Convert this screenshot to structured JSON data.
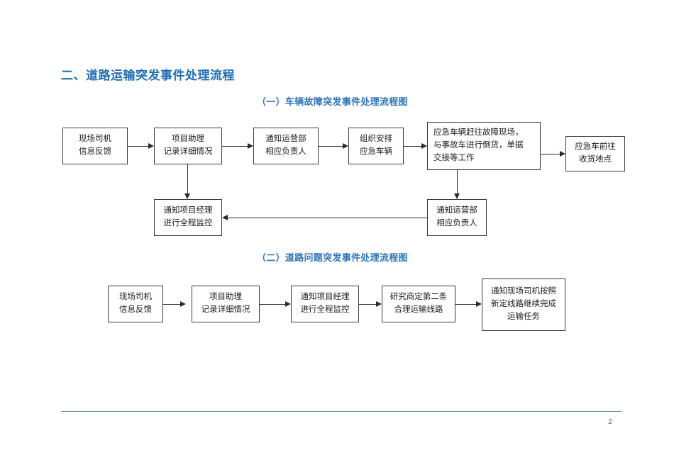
{
  "document": {
    "section_title": "二、道路运输突发事件处理流程",
    "page_number": "2",
    "accent_color": "#1F6FB5",
    "subtitle_color": "#2E75B6",
    "rule_color": "#5B7F9E",
    "box_border_color": "#3A3A3A",
    "connector_color": "#2B2B2B"
  },
  "diagram1": {
    "subtitle": "（一）车辆故障突发事件处理流程图",
    "boxes": [
      {
        "id": "d1-b1",
        "lines": [
          "现场司机",
          "信息反馈"
        ]
      },
      {
        "id": "d1-b2",
        "lines": [
          "项目助理",
          "记录详细情况"
        ]
      },
      {
        "id": "d1-b3",
        "lines": [
          "通知运营部",
          "相应负责人"
        ]
      },
      {
        "id": "d1-b4",
        "lines": [
          "组织安排",
          "应急车辆"
        ]
      },
      {
        "id": "d1-b5",
        "lines": [
          "应急车辆赶往故障现场，",
          "与事故车进行倒货，单据",
          "交接等工作"
        ]
      },
      {
        "id": "d1-b6",
        "lines": [
          "应急车前往",
          "收货地点"
        ]
      },
      {
        "id": "d1-b7",
        "lines": [
          "通知项目经理",
          "进行全程监控"
        ]
      },
      {
        "id": "d1-b8",
        "lines": [
          "通知运营部",
          "相应负责人"
        ]
      }
    ]
  },
  "diagram2": {
    "subtitle": "（二）道路问题突发事件处理流程图",
    "boxes": [
      {
        "id": "d2-b1",
        "lines": [
          "现场司机",
          "信息反馈"
        ]
      },
      {
        "id": "d2-b2",
        "lines": [
          "项目助理",
          "记录详细情况"
        ]
      },
      {
        "id": "d2-b3",
        "lines": [
          "通知项目经理",
          "进行全程监控"
        ]
      },
      {
        "id": "d2-b4",
        "lines": [
          "研究商定第二条",
          "合理运输线路"
        ]
      },
      {
        "id": "d2-b5",
        "lines": [
          "通知现场司机按照",
          "新定线路继续完成",
          "运输任务"
        ]
      }
    ]
  }
}
